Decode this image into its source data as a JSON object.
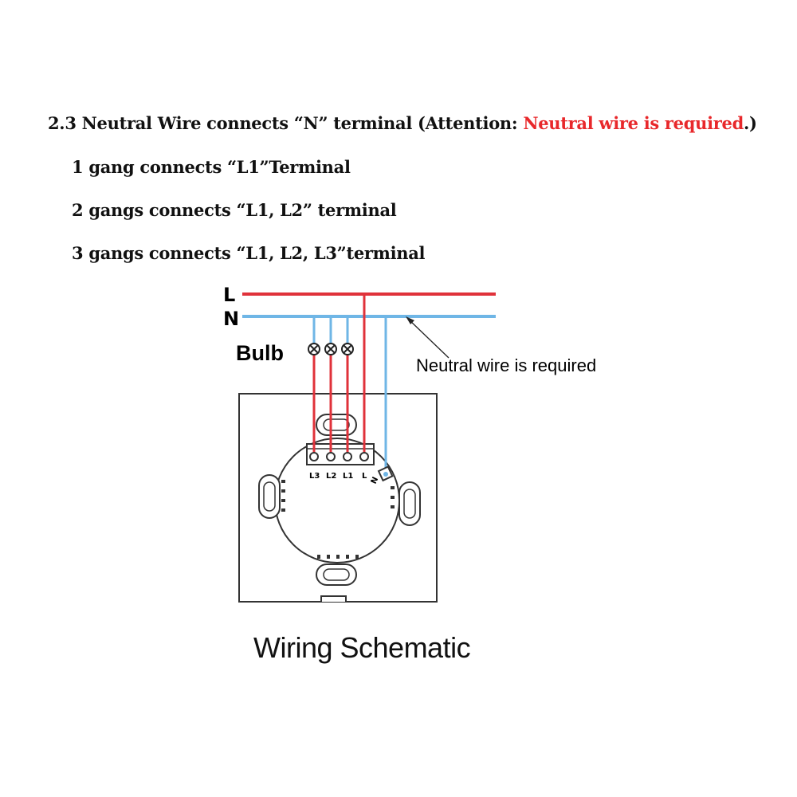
{
  "heading": {
    "prefix": "2.3  Neutral Wire connects “N” terminal (Attention: ",
    "warning": "Neutral wire is required",
    "suffix": ".)"
  },
  "lines": [
    "1 gang connects “L1”Terminal",
    "2 gangs connects “L1, L2” terminal",
    "3 gangs connects “L1, L2, L3”terminal"
  ],
  "diagram": {
    "line_label": "L",
    "neutral_label": "N",
    "bulb_label": "Bulb",
    "neutral_note": "Neutral wire is required",
    "terminals": [
      "L3",
      "L2",
      "L1",
      "L",
      "N"
    ],
    "colors": {
      "live": "#e0323a",
      "neutral": "#6fb6e6",
      "outline": "#333333"
    }
  },
  "caption": "Wiring Schematic"
}
